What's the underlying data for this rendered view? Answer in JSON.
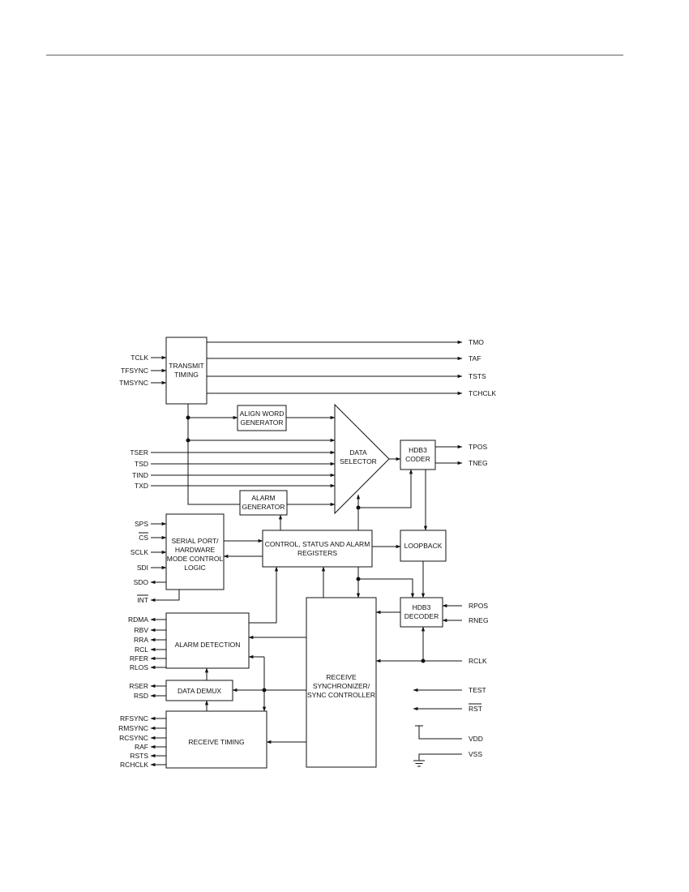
{
  "blocks": {
    "transmit_timing": [
      "TRANSMIT",
      "TIMING"
    ],
    "align_word": [
      "ALIGN WORD",
      "GENERATOR"
    ],
    "data_selector": [
      "DATA",
      "SELECTOR"
    ],
    "hdb3_coder": [
      "HDB3",
      "CODER"
    ],
    "alarm_generator": [
      "ALARM",
      "GENERATOR"
    ],
    "serial_port": [
      "SERIAL PORT/",
      "HARDWARE",
      "MODE CONTROL",
      "LOGIC"
    ],
    "control_registers": [
      "CONTROL, STATUS AND ALARM",
      "REGISTERS"
    ],
    "loopback": "LOOPBACK",
    "hdb3_decoder": [
      "HDB3",
      "DECODER"
    ],
    "alarm_detection": "ALARM DETECTION",
    "data_demux": "DATA DEMUX",
    "receive_timing": "RECEIVE TIMING",
    "receive_sync": [
      "RECEIVE",
      "SYNCHRONIZER/",
      "SYNC CONTROLLER"
    ]
  },
  "signals": {
    "tclk": "TCLK",
    "tfsync": "TFSYNC",
    "tmsync": "TMSYNC",
    "tmo": "TMO",
    "taf": "TAF",
    "tsts": "TSTS",
    "tchclk": "TCHCLK",
    "tser": "TSER",
    "tsd": "TSD",
    "tind": "TIND",
    "txd": "TXD",
    "tpos": "TPOS",
    "tneg": "TNEG",
    "sps": "SPS",
    "cs": "CS",
    "sclk": "SCLK",
    "sdi": "SDI",
    "sdo": "SDO",
    "int": "INT",
    "rpos": "RPOS",
    "rneg": "RNEG",
    "rclk": "RCLK",
    "test": "TEST",
    "rst": "RST",
    "vdd": "VDD",
    "vss": "VSS",
    "rdma": "RDMA",
    "rbv": "RBV",
    "rra": "RRA",
    "rcl": "RCL",
    "rfer": "RFER",
    "rlos": "RLOS",
    "rser": "RSER",
    "rsd": "RSD",
    "rfsync": "RFSYNC",
    "rmsync": "RMSYNC",
    "rcsync": "RCSYNC",
    "raf": "RAF",
    "rsts": "RSTS",
    "rchclk": "RCHCLK"
  }
}
